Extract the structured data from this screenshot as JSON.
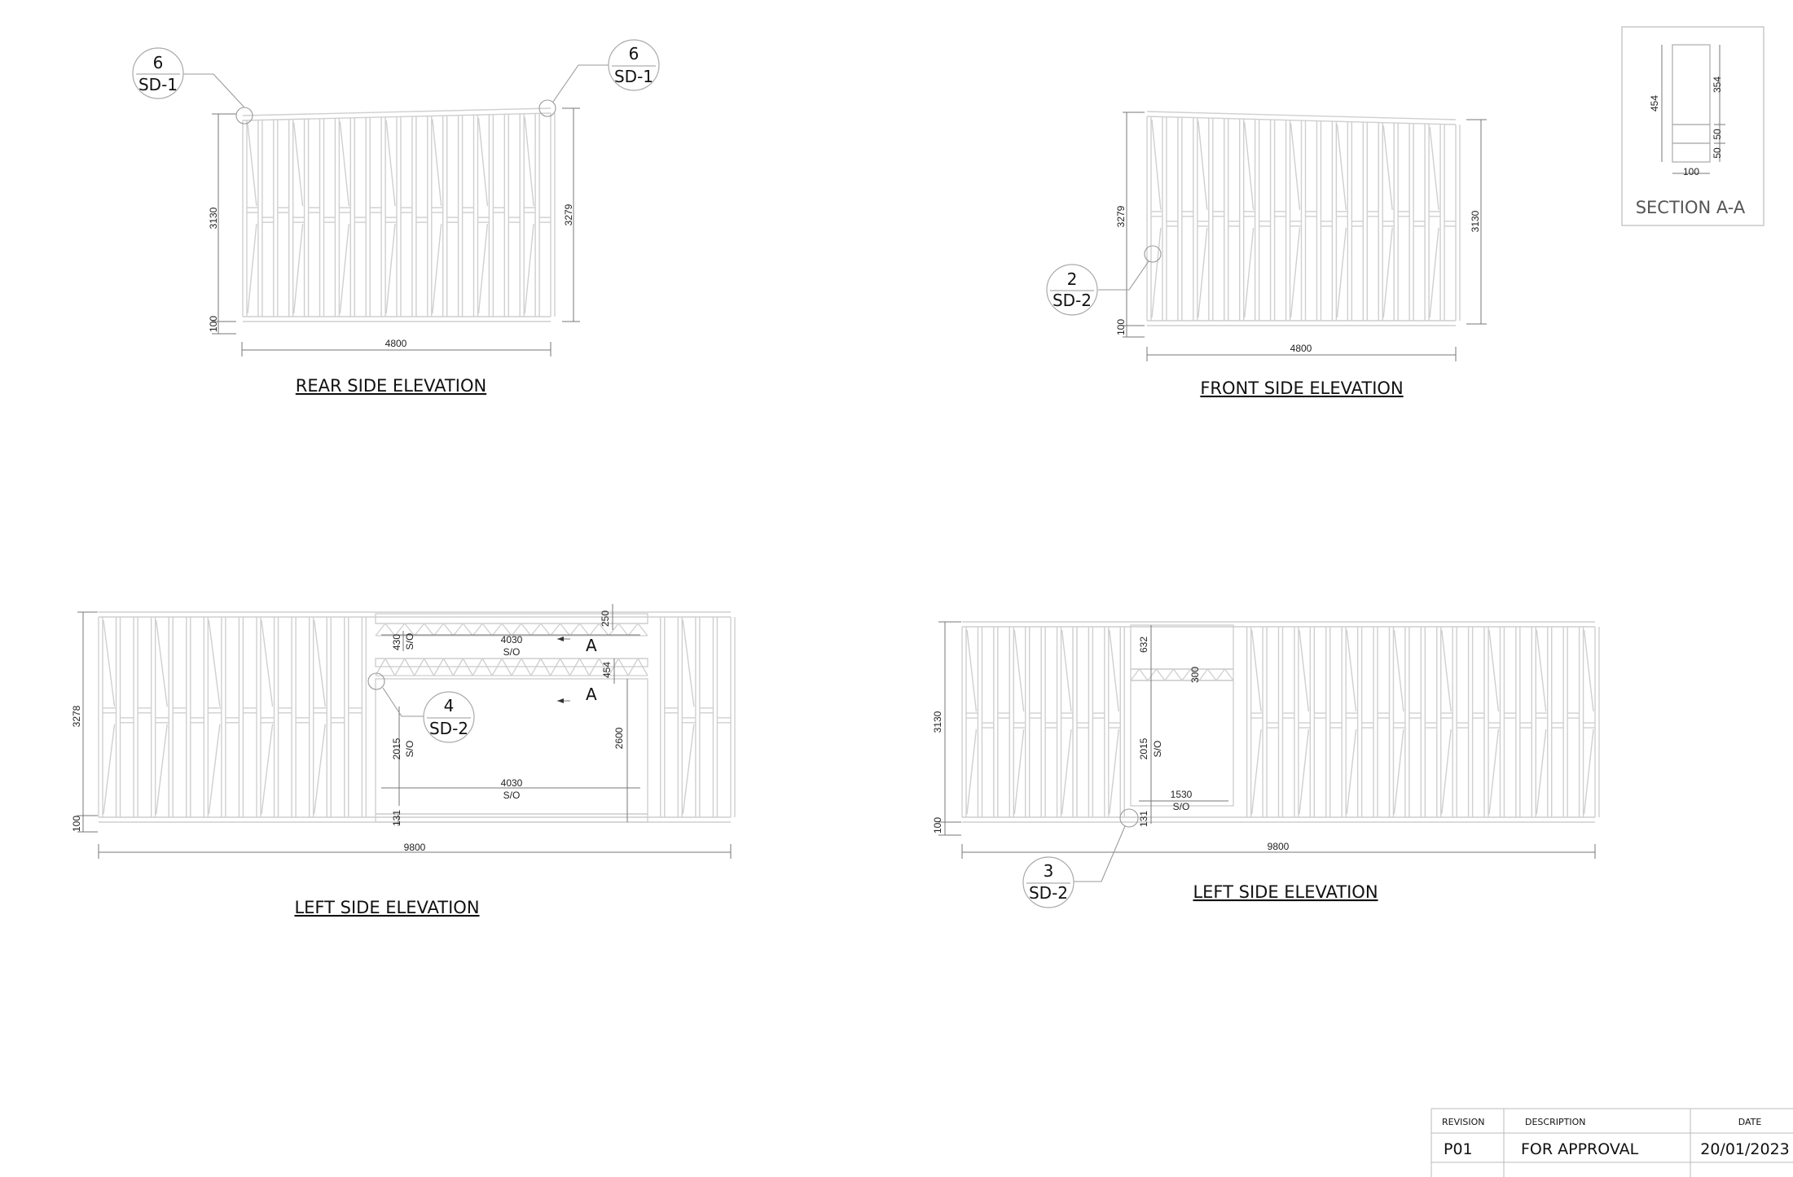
{
  "views": {
    "rear": {
      "title": "REAR SIDE ELEVATION",
      "width": "4800",
      "h_left": "3130",
      "h_right": "3279",
      "base": "100"
    },
    "front": {
      "title": "FRONT SIDE ELEVATION",
      "width": "4800",
      "h_left": "3279",
      "h_right": "3130",
      "base": "100"
    },
    "left1": {
      "title": "LEFT SIDE ELEVATION",
      "width": "9800",
      "height": "3278",
      "base": "100",
      "d250": "250",
      "d430": "430",
      "so": "S/O",
      "d4030a": "4030",
      "d454": "454",
      "d2600": "2600",
      "d2015": "2015",
      "d4030b": "4030",
      "d131": "131",
      "sec_a": "A"
    },
    "left2": {
      "title": "LEFT SIDE ELEVATION",
      "width": "9800",
      "height": "3130",
      "base": "100",
      "d632": "632",
      "d300": "300",
      "d2015": "2015",
      "d1530": "1530",
      "d131": "131",
      "so": "S/O"
    }
  },
  "section": {
    "title": "SECTION A-A",
    "d454": "454",
    "d354": "354",
    "d50a": "50",
    "d50b": "50",
    "d100": "100"
  },
  "callouts": [
    {
      "num": "6",
      "ref": "SD-1"
    },
    {
      "num": "6",
      "ref": "SD-1"
    },
    {
      "num": "2",
      "ref": "SD-2"
    },
    {
      "num": "4",
      "ref": "SD-2"
    },
    {
      "num": "3",
      "ref": "SD-2"
    }
  ],
  "title_block": {
    "headers": {
      "revision": "REVISION",
      "description": "DESCRIPTION",
      "date": "DATE"
    },
    "rows": [
      {
        "revision": "P01",
        "description": "FOR APPROVAL",
        "date": "20/01/2023"
      }
    ]
  }
}
